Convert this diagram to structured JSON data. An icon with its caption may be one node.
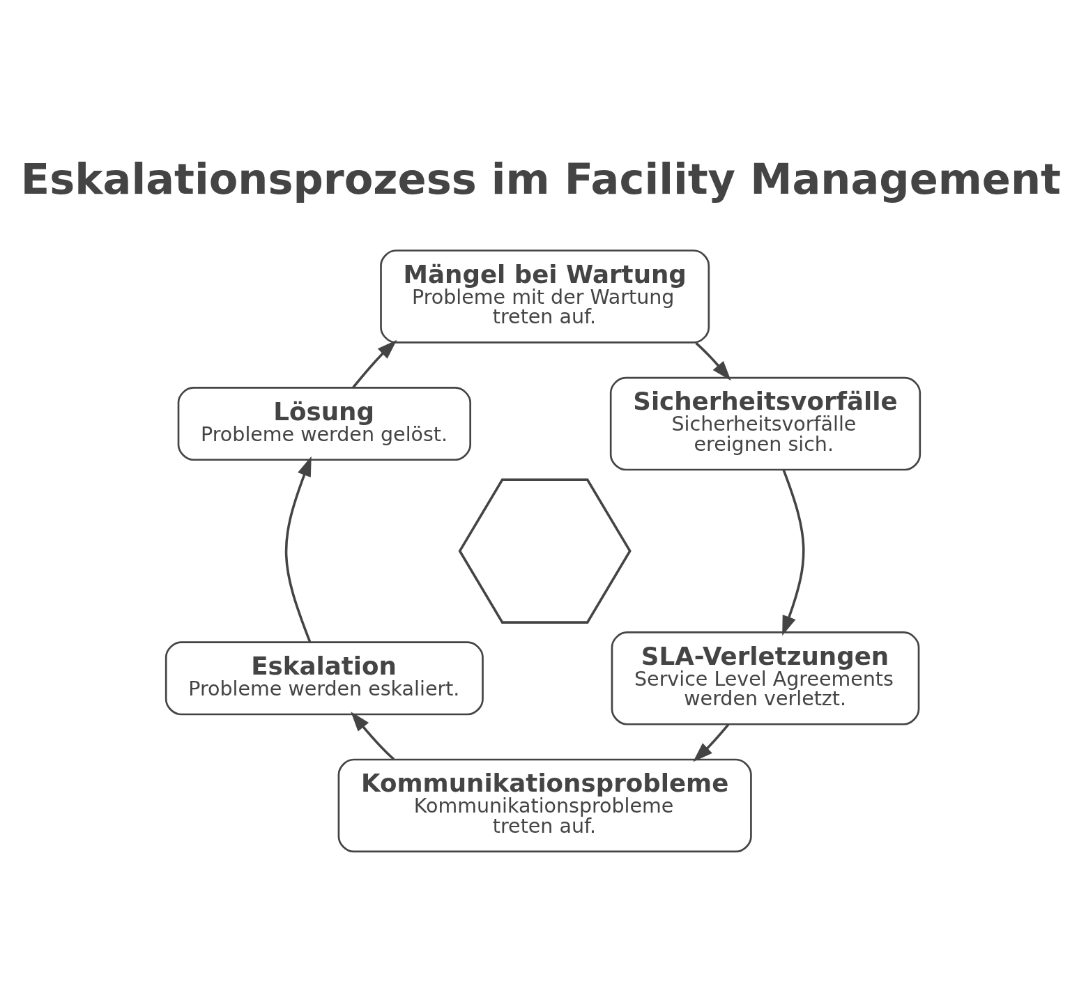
{
  "diagram": {
    "title": "Eskalationsprozess im Facility Management",
    "nodes": [
      {
        "text": [
          "Mängel bei Wartung",
          "Probleme mit der Wartung treten auf."
        ]
      },
      {
        "text": [
          "Sicherheitsvorfälle",
          "Sicherheitsvorfälle ereignen sich."
        ]
      },
      {
        "text": [
          "SLA-Verletzungen",
          "Service Level Agreements werden verletzt."
        ]
      },
      {
        "text": [
          "Kommunikationsprobleme",
          "Kommunikationsprobleme treten auf."
        ]
      },
      {
        "text": [
          "Eskalation",
          "Probleme werden eskaliert."
        ]
      },
      {
        "text": [
          "Lösung",
          "Probleme werden gelöst."
        ]
      },
      {
        "text": [],
        "shape": "picture"
      }
    ],
    "edges": [
      {
        "from": 0,
        "to": 1,
        "arrow": "to"
      },
      {
        "from": 1,
        "to": 2,
        "arrow": "to"
      },
      {
        "from": 2,
        "to": 3,
        "arrow": "to"
      },
      {
        "from": 3,
        "to": 4,
        "arrow": "to"
      },
      {
        "from": 4,
        "to": 5,
        "arrow": "to"
      },
      {
        "from": 5,
        "to": 0,
        "arrow": "to"
      }
    ]
  }
}
